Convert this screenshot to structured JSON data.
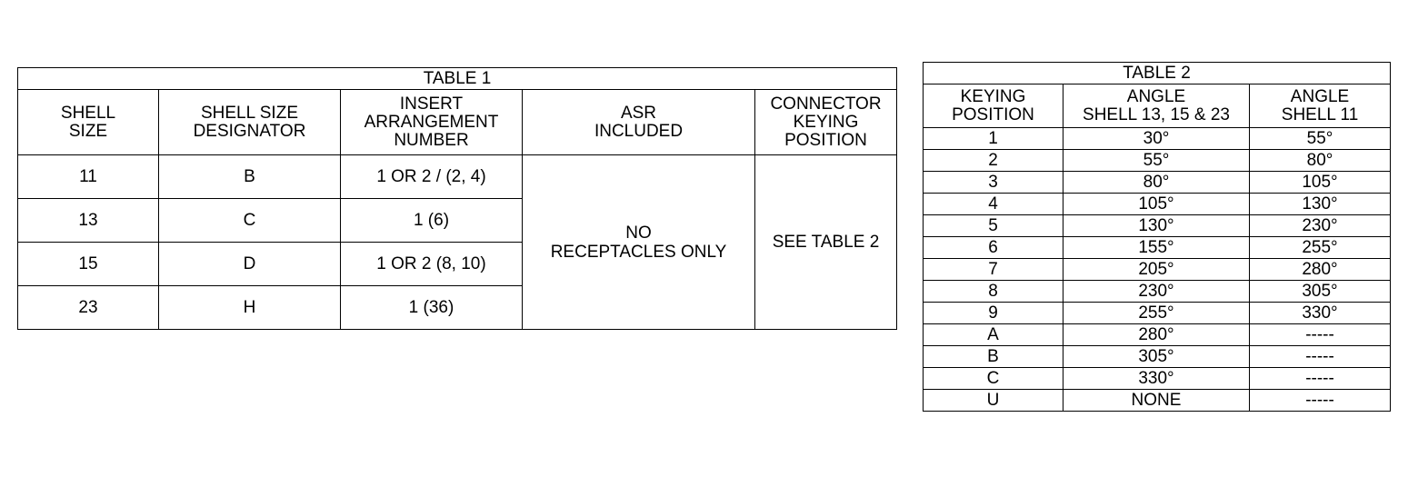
{
  "table1": {
    "caption": "TABLE 1",
    "headers": [
      "SHELL\nSIZE",
      "SHELL SIZE\nDESIGNATOR",
      "INSERT\nARRANGEMENT\nNUMBER",
      "ASR\nINCLUDED",
      "CONNECTOR\nKEYING\nPOSITION"
    ],
    "rows": [
      [
        "11",
        "B",
        "1 OR 2 / (2, 4)"
      ],
      [
        "13",
        "C",
        "1 (6)"
      ],
      [
        "15",
        "D",
        "1 OR 2 (8, 10)"
      ],
      [
        "23",
        "H",
        "1 (36)"
      ]
    ],
    "asr_included": "NO\nRECEPTACLES ONLY",
    "connector_keying_position": "SEE TABLE 2"
  },
  "table2": {
    "caption": "TABLE 2",
    "headers": [
      "KEYING\nPOSITION",
      "ANGLE\nSHELL 13, 15 & 23",
      "ANGLE\nSHELL 11"
    ],
    "rows": [
      [
        "1",
        "30°",
        "55°"
      ],
      [
        "2",
        "55°",
        "80°"
      ],
      [
        "3",
        "80°",
        "105°"
      ],
      [
        "4",
        "105°",
        "130°"
      ],
      [
        "5",
        "130°",
        "230°"
      ],
      [
        "6",
        "155°",
        "255°"
      ],
      [
        "7",
        "205°",
        "280°"
      ],
      [
        "8",
        "230°",
        "305°"
      ],
      [
        "9",
        "255°",
        "330°"
      ],
      [
        "A",
        "280°",
        "-----"
      ],
      [
        "B",
        "305°",
        "-----"
      ],
      [
        "C",
        "330°",
        "-----"
      ],
      [
        "U",
        "NONE",
        "-----"
      ]
    ]
  }
}
